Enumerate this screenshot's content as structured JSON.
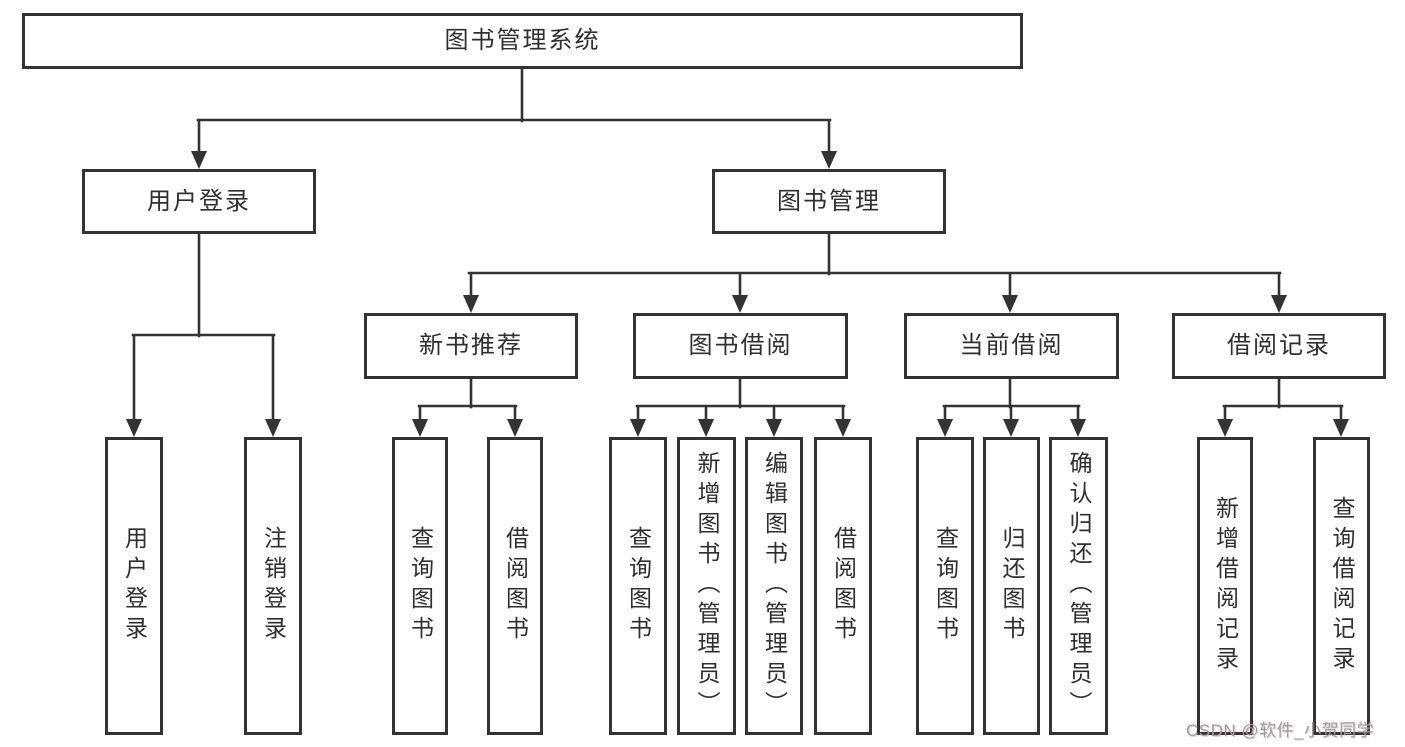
{
  "tree": {
    "root": {
      "label": "图书管理系统",
      "children": [
        {
          "label": "用户登录",
          "children": [
            {
              "label": "用户登录"
            },
            {
              "label": "注销登录"
            }
          ]
        },
        {
          "label": "图书管理",
          "children": [
            {
              "label": "新书推荐",
              "children": [
                {
                  "label": "查询图书"
                },
                {
                  "label": "借阅图书"
                }
              ]
            },
            {
              "label": "图书借阅",
              "children": [
                {
                  "label": "查询图书"
                },
                {
                  "label": "新增图书（管理员）"
                },
                {
                  "label": "编辑图书（管理员）"
                },
                {
                  "label": "借阅图书"
                }
              ]
            },
            {
              "label": "当前借阅",
              "children": [
                {
                  "label": "查询图书"
                },
                {
                  "label": "归还图书"
                },
                {
                  "label": "确认归还（管理员）"
                }
              ]
            },
            {
              "label": "借阅记录",
              "children": [
                {
                  "label": "新增借阅记录"
                },
                {
                  "label": "查询借阅记录"
                }
              ]
            }
          ]
        }
      ]
    }
  },
  "watermark": "CSDN @软件_小贺同学",
  "colors": {
    "line": "#333333",
    "box_border": "#333333",
    "text": "#2f2f2f",
    "background": "#ffffff",
    "watermark": "#9b9ea3"
  }
}
